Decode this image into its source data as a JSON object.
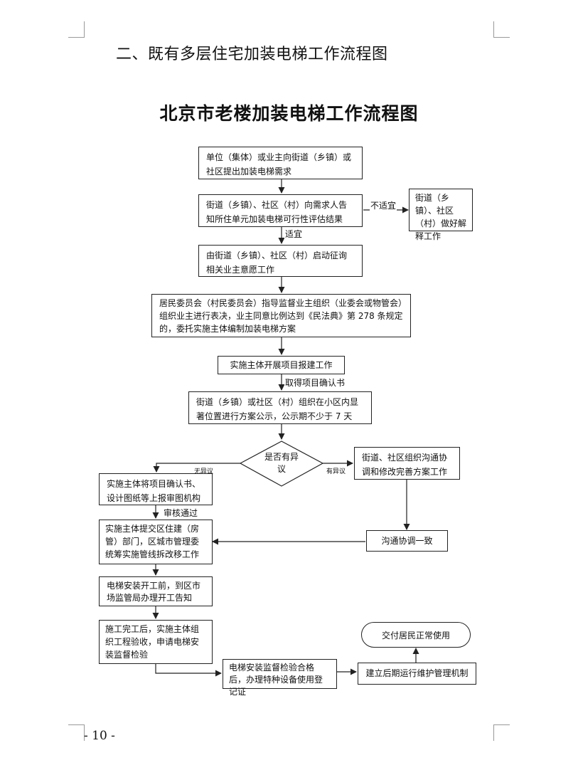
{
  "heading": "二、既有多层住宅加装电梯工作流程图",
  "title": "北京市老楼加装电梯工作流程图",
  "nodes": {
    "n1": "单位（集体）或业主向街道（乡镇）或社区提出加装电梯需求",
    "n2": "街道（乡镇）、社区（村）向需求人告知所住单元加装电梯可行性评估结果",
    "n2_side": "街道（乡镇）、社区（村）做好解释工作",
    "n3": "由街道（乡镇）、社区（村）启动征询相关业主意愿工作",
    "n4": "居民委员会（村民委员会）指导监督业主组织（业委会或物管会）组织业主进行表决，业主同意比例达到《民法典》第 278 条规定的，委托实施主体编制加装电梯方案",
    "n5": "实施主体开展项目报建工作",
    "n6": "街道（乡镇）或社区（村）组织在小区内显著位置进行方案公示，公示期不少于 7 天",
    "decision": "是否有异议",
    "right1": "街道、社区组织沟通协调和修改完善方案工作",
    "right2": "沟通协调一致",
    "left1": "实施主体将项目确认书、设计图纸等上报审图机构",
    "left2": "实施主体提交区住建（房管）部门，区城市管理委统筹实施管线拆改移工作",
    "left3": "电梯安装开工前，到区市场监管局办理开工告知",
    "left4": "施工完工后，实施主体组织工程验收，申请电梯安装监督检验",
    "bottom_mid": "电梯安装监督检验合格后，办理特种设备使用登记证",
    "bottom_right": "建立后期运行维护管理机制",
    "final": "交付居民正常使用"
  },
  "edge_labels": {
    "not_suitable": "不适宜",
    "suitable": "适宜",
    "obtain_confirmation": "取得项目确认书",
    "no_objection": "无异议",
    "has_objection": "有异议",
    "review_passed": "审核通过"
  },
  "page_number": "- 10 -"
}
